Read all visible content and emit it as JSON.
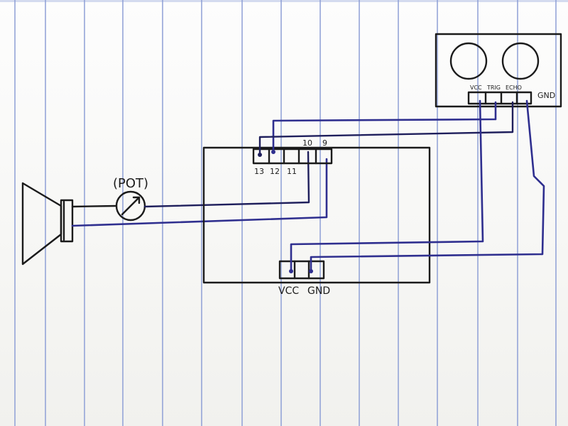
{
  "pot": {
    "label": "(POT)"
  },
  "board": {
    "pins_top": [
      "13",
      "12",
      "11",
      "10",
      "9"
    ],
    "pins_bottom": [
      "VCC",
      "GND"
    ]
  },
  "sensor": {
    "pins": [
      "VCC",
      "TRIG",
      "ECHO",
      "GND"
    ]
  },
  "colors": {
    "ink": "#1b1b1b",
    "wire": "#2f2f8f",
    "rules": "#8e9fd6",
    "paper": "#f7f7f5"
  }
}
